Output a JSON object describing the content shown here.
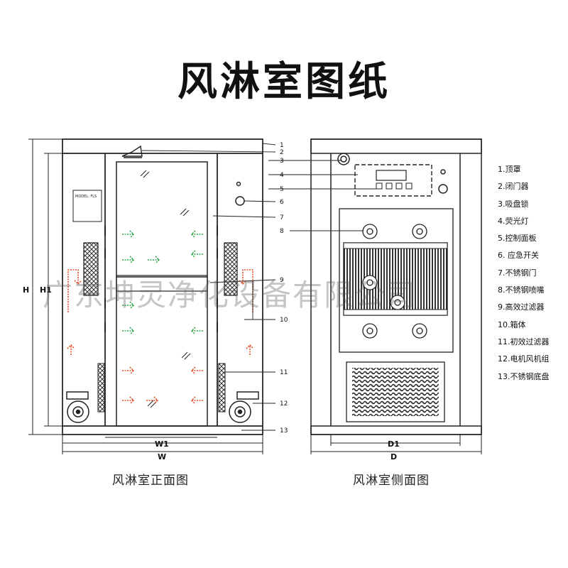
{
  "title": "风淋室图纸",
  "front_view": {
    "caption": "风淋室正面图",
    "panel_label": "MODEL: FLS",
    "dims": {
      "height": "H",
      "height_inner": "H1",
      "width": "W",
      "width_inner": "W1"
    },
    "callouts": [
      "1",
      "2",
      "3",
      "4",
      "5",
      "6",
      "7",
      "8",
      "9",
      "10",
      "11",
      "12",
      "13"
    ]
  },
  "side_view": {
    "caption": "风淋室侧面图",
    "dims": {
      "depth": "D",
      "depth_inner": "D1"
    }
  },
  "legend": [
    "1.顶罩",
    "2.闭门器",
    "3.吸盘锁",
    "4.荧光灯",
    "5.控制面板",
    "6. 应急开关",
    "7.不锈钢门",
    "8.不锈钢喷嘴",
    "9.高效过滤器",
    "10.箱体",
    "11.初效过滤器",
    "12.电机风机组",
    "13.不锈钢底盘"
  ],
  "watermark": "广东坤灵净化设备有限公司",
  "colors": {
    "line": "#222222",
    "arrow_green": "#2aa84a",
    "arrow_red": "#e2502a"
  }
}
